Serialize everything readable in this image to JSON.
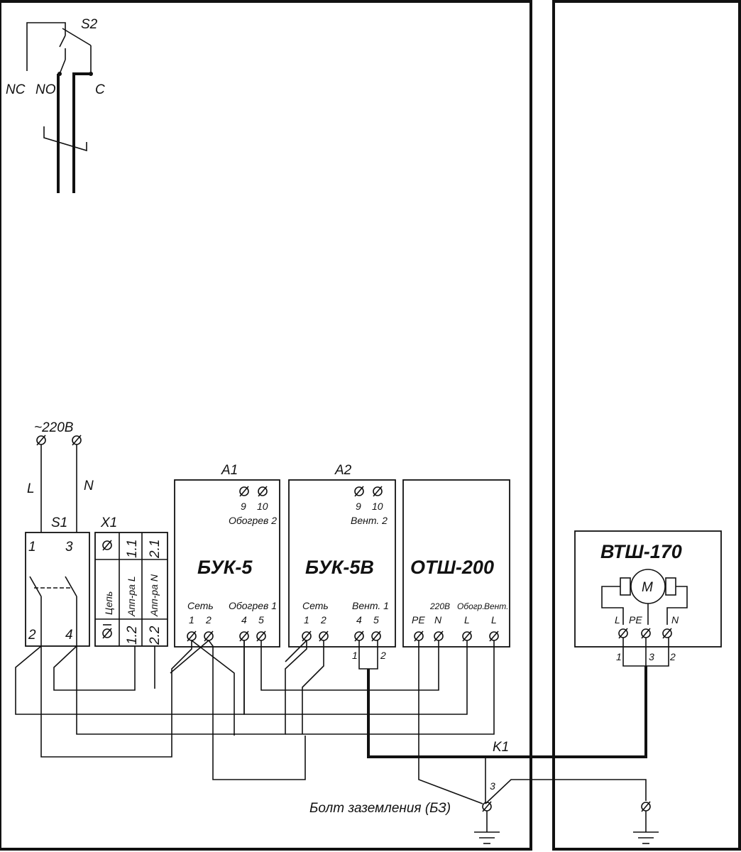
{
  "switch_s2": {
    "name": "S2",
    "nc": "NC",
    "no": "NO",
    "c": "C"
  },
  "supply": {
    "voltage": "~220В",
    "l": "L",
    "n": "N"
  },
  "s1": {
    "name": "S1",
    "t1": "1",
    "t3": "3",
    "t2": "2",
    "t4": "4"
  },
  "x1": {
    "name": "X1",
    "circuit": "Цепь",
    "app_l": "Апп-ра L",
    "app_n": "Апп-ра N",
    "n11": "1.1",
    "n21": "2.1",
    "n12": "1.2",
    "n22": "2.2"
  },
  "a1": {
    "ref": "A1",
    "title": "БУК-5",
    "t9": "9",
    "t10": "10",
    "heat2": "Обогрев 2",
    "net": "Сеть",
    "t1": "1",
    "t2": "2",
    "heat1": "Обогрев 1",
    "t4": "4",
    "t5": "5"
  },
  "a2": {
    "ref": "A2",
    "title": "БУК-5В",
    "t9": "9",
    "t10": "10",
    "vent2": "Вент. 2",
    "net": "Сеть",
    "t1": "1",
    "t2": "2",
    "vent1": "Вент. 1",
    "t4": "4",
    "t5": "5",
    "j1": "1",
    "j2": "2"
  },
  "otsh": {
    "title": "ОТШ-200",
    "pe": "PE",
    "v220": "220В",
    "n": "N",
    "heat": "Обогр.",
    "vent": "Вент.",
    "l": "L"
  },
  "vtsh": {
    "title": "ВТШ-170",
    "motor": "M",
    "l": "L",
    "pe": "PE",
    "n": "N",
    "p1": "1",
    "p3": "3",
    "p2": "2"
  },
  "k1": {
    "name": "K1",
    "pin": "3"
  },
  "ground": {
    "label": "Болт заземления (БЗ)"
  }
}
